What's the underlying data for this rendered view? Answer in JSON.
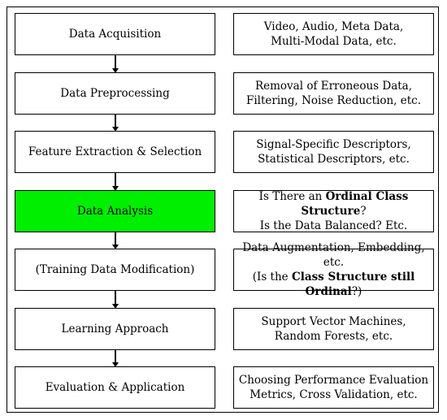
{
  "steps": [
    {
      "label": "Data Acquisition",
      "highlight": false,
      "desc": [
        [
          {
            "t": "Video, Audio, Meta Data,",
            "b": false
          }
        ],
        [
          {
            "t": "Multi-Modal Data, etc.",
            "b": false
          }
        ]
      ]
    },
    {
      "label": "Data Preprocessing",
      "highlight": false,
      "desc": [
        [
          {
            "t": "Removal of Erroneous Data,",
            "b": false
          }
        ],
        [
          {
            "t": "Filtering, Noise Reduction, etc.",
            "b": false
          }
        ]
      ]
    },
    {
      "label": "Feature Extraction & Selection",
      "highlight": false,
      "desc": [
        [
          {
            "t": "Signal-Specific Descriptors,",
            "b": false
          }
        ],
        [
          {
            "t": "Statistical Descriptors, etc.",
            "b": false
          }
        ]
      ]
    },
    {
      "label": "Data Analysis",
      "highlight": true,
      "desc": [
        [
          {
            "t": "Is There an ",
            "b": false
          },
          {
            "t": "Ordinal Class Structure",
            "b": true
          },
          {
            "t": "?",
            "b": false
          }
        ],
        [
          {
            "t": "Is the Data Balanced? Etc.",
            "b": false
          }
        ]
      ]
    },
    {
      "label": "(Training Data Modification)",
      "highlight": false,
      "desc": [
        [
          {
            "t": "Data Augmentation, Embedding, etc.",
            "b": false
          }
        ],
        [
          {
            "t": "(Is the ",
            "b": false
          },
          {
            "t": "Class Structure still Ordinal",
            "b": true
          },
          {
            "t": "?)",
            "b": false
          }
        ]
      ]
    },
    {
      "label": "Learning Approach",
      "highlight": false,
      "desc": [
        [
          {
            "t": "Support Vector Machines,",
            "b": false
          }
        ],
        [
          {
            "t": "Random Forests, etc.",
            "b": false
          }
        ]
      ]
    },
    {
      "label": "Evaluation & Application",
      "highlight": false,
      "desc": [
        [
          {
            "t": "Choosing Performance Evaluation",
            "b": false
          }
        ],
        [
          {
            "t": "Metrics, Cross Validation, etc.",
            "b": false
          }
        ]
      ]
    }
  ],
  "colors": {
    "highlight": "#00ee00",
    "stroke": "#000000"
  }
}
